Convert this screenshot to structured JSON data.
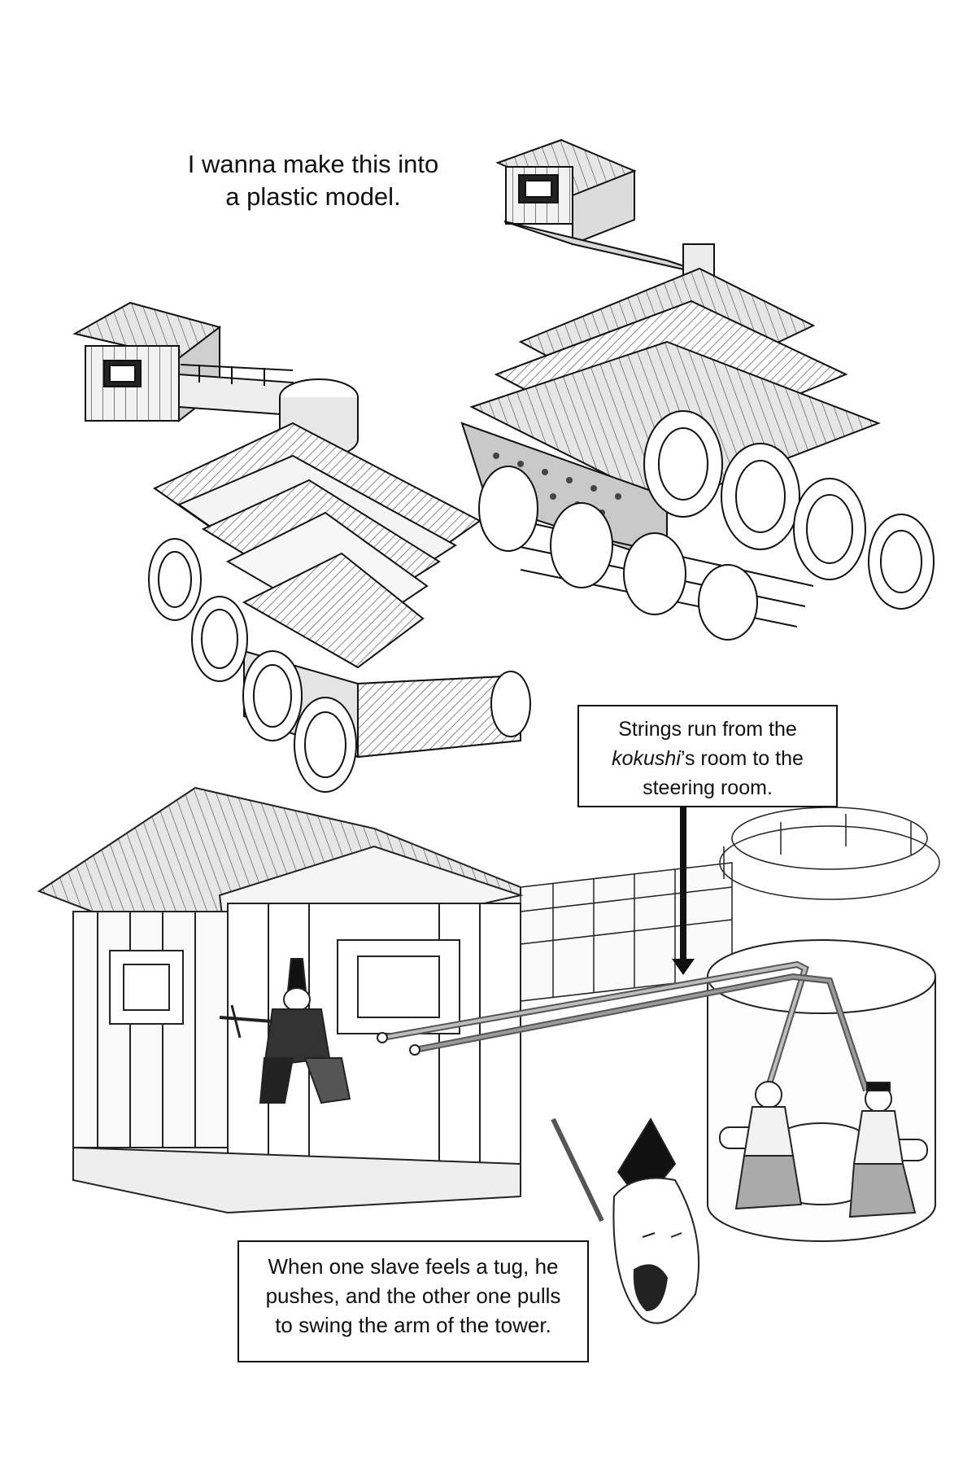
{
  "captions": {
    "model": {
      "line1": "I wanna make this into",
      "line2": "a plastic model."
    },
    "strings": {
      "line1": "Strings run from the",
      "line2_italic": "kokushi",
      "line2_rest": "’s room to the",
      "line3": "steering room."
    },
    "slave": {
      "line1": "When one slave feels a tug, he",
      "line2": "pushes, and the other one pulls",
      "line3": "to swing the arm of the tower."
    }
  },
  "colors": {
    "ink": "#111111",
    "tone": "#9a9a9a",
    "light_tone": "#d6d6d6",
    "paper": "#ffffff"
  }
}
